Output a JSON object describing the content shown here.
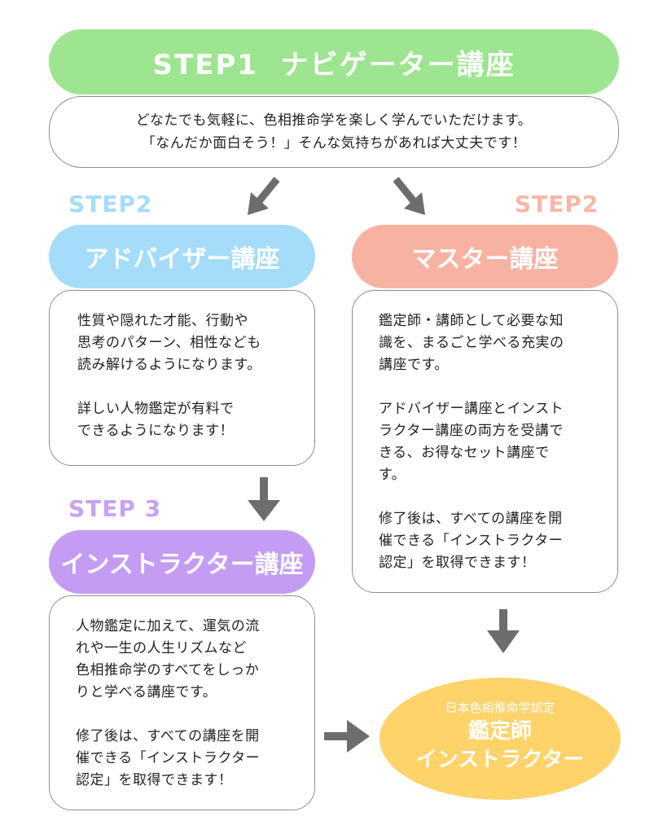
{
  "step1": {
    "title": "STEP1  ナビゲーター講座",
    "desc_line1": "どなたでも気軽に、色相推命学を楽しく学んでいただけます。",
    "desc_line2": "「なんだか面白そう！」そんな気持ちがあれば大丈夫です！",
    "color": "#9de590"
  },
  "adviser": {
    "step_label": "STEP2",
    "step_color": "#a4dcf9",
    "title": "アドバイザー講座",
    "color": "#a4dcf9",
    "body": "性質や隠れた才能、行動や\n思考のパターン、相性なども\n読み解けるようになります。\n\n詳しい人物鑑定が有料で\nできるようになります！"
  },
  "master": {
    "step_label": "STEP2",
    "step_color": "#f8b6a6",
    "title": "マスター講座",
    "color": "#f8b2a2",
    "body": "鑑定師・講師として必要な知\n識を、まるごと学べる充実の\n講座です。\n\nアドバイザー講座とインスト\nラクター講座の両方を受講で\nきる、お得なセット講座で\nす。\n\n修了後は、すべての講座を開\n催できる「インストラクター\n認定」を取得できます！"
  },
  "instructor": {
    "step_label": "STEP 3",
    "step_color": "#c7a2f4",
    "title": "インストラクター講座",
    "color": "#c49cf3",
    "body": "人物鑑定に加えて、運気の流\nれや一生の人生リズムなど\n色相推命学のすべてをしっか\nりと学べる講座です。\n\n修了後は、すべての講座を開\n催できる「インストラクター\n認定」を取得できます！"
  },
  "certification": {
    "subtitle": "日本色相推命学認定",
    "title_line1": "鑑定師",
    "title_line2": "インストラクター",
    "color": "#fdd36a"
  },
  "arrow_color": "#6d6d6d"
}
